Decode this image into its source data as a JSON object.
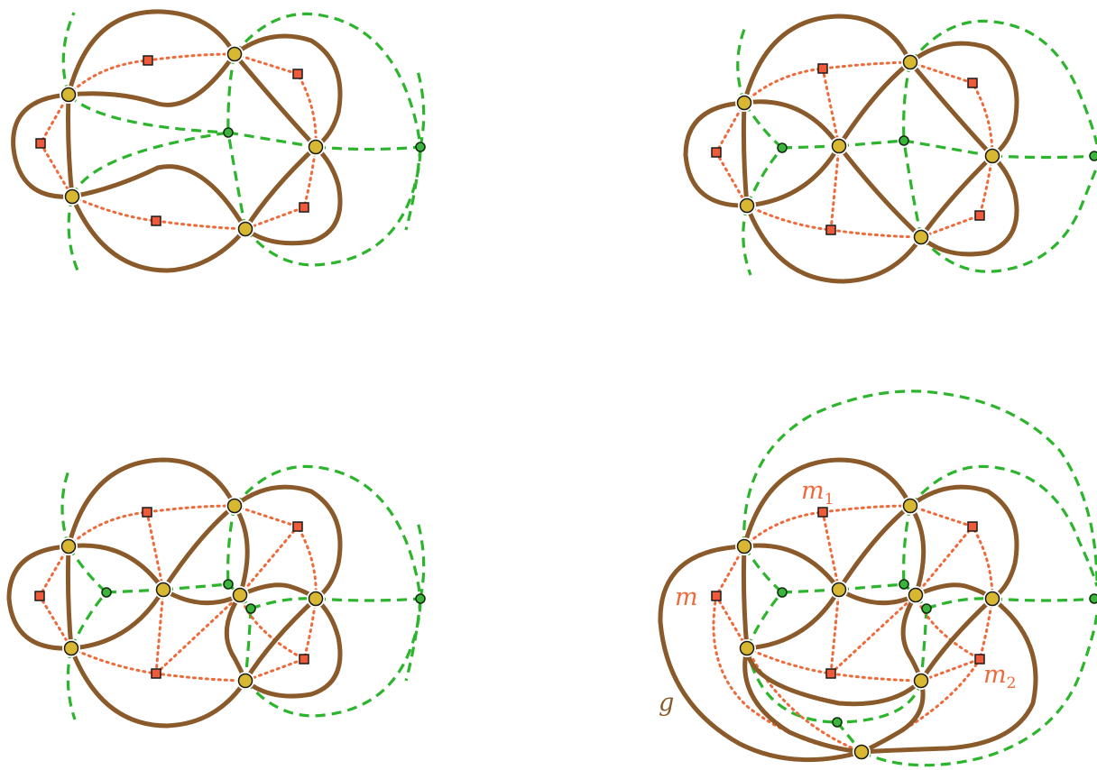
{
  "colors": {
    "ribbon": "#8a5a2b",
    "red_dotted": "#ee6a3a",
    "green_dashed": "#2cb52c",
    "yellow_vertex": "#d8b832",
    "green_vertex": "#3cb33c",
    "red_vertex": "#ee5a3a"
  },
  "panels": [
    {
      "id": "top-left"
    },
    {
      "id": "top-right"
    },
    {
      "id": "bottom-left"
    },
    {
      "id": "bottom-right"
    }
  ],
  "labels": {
    "m1": {
      "base": "m",
      "sub": "1",
      "color": "#ee6a3a"
    },
    "m": {
      "text": "m",
      "color": "#ee6a3a"
    },
    "m2": {
      "base": "m",
      "sub": "2",
      "color": "#ee6a3a"
    },
    "g": {
      "text": "g",
      "color": "#8a5a2b"
    }
  }
}
